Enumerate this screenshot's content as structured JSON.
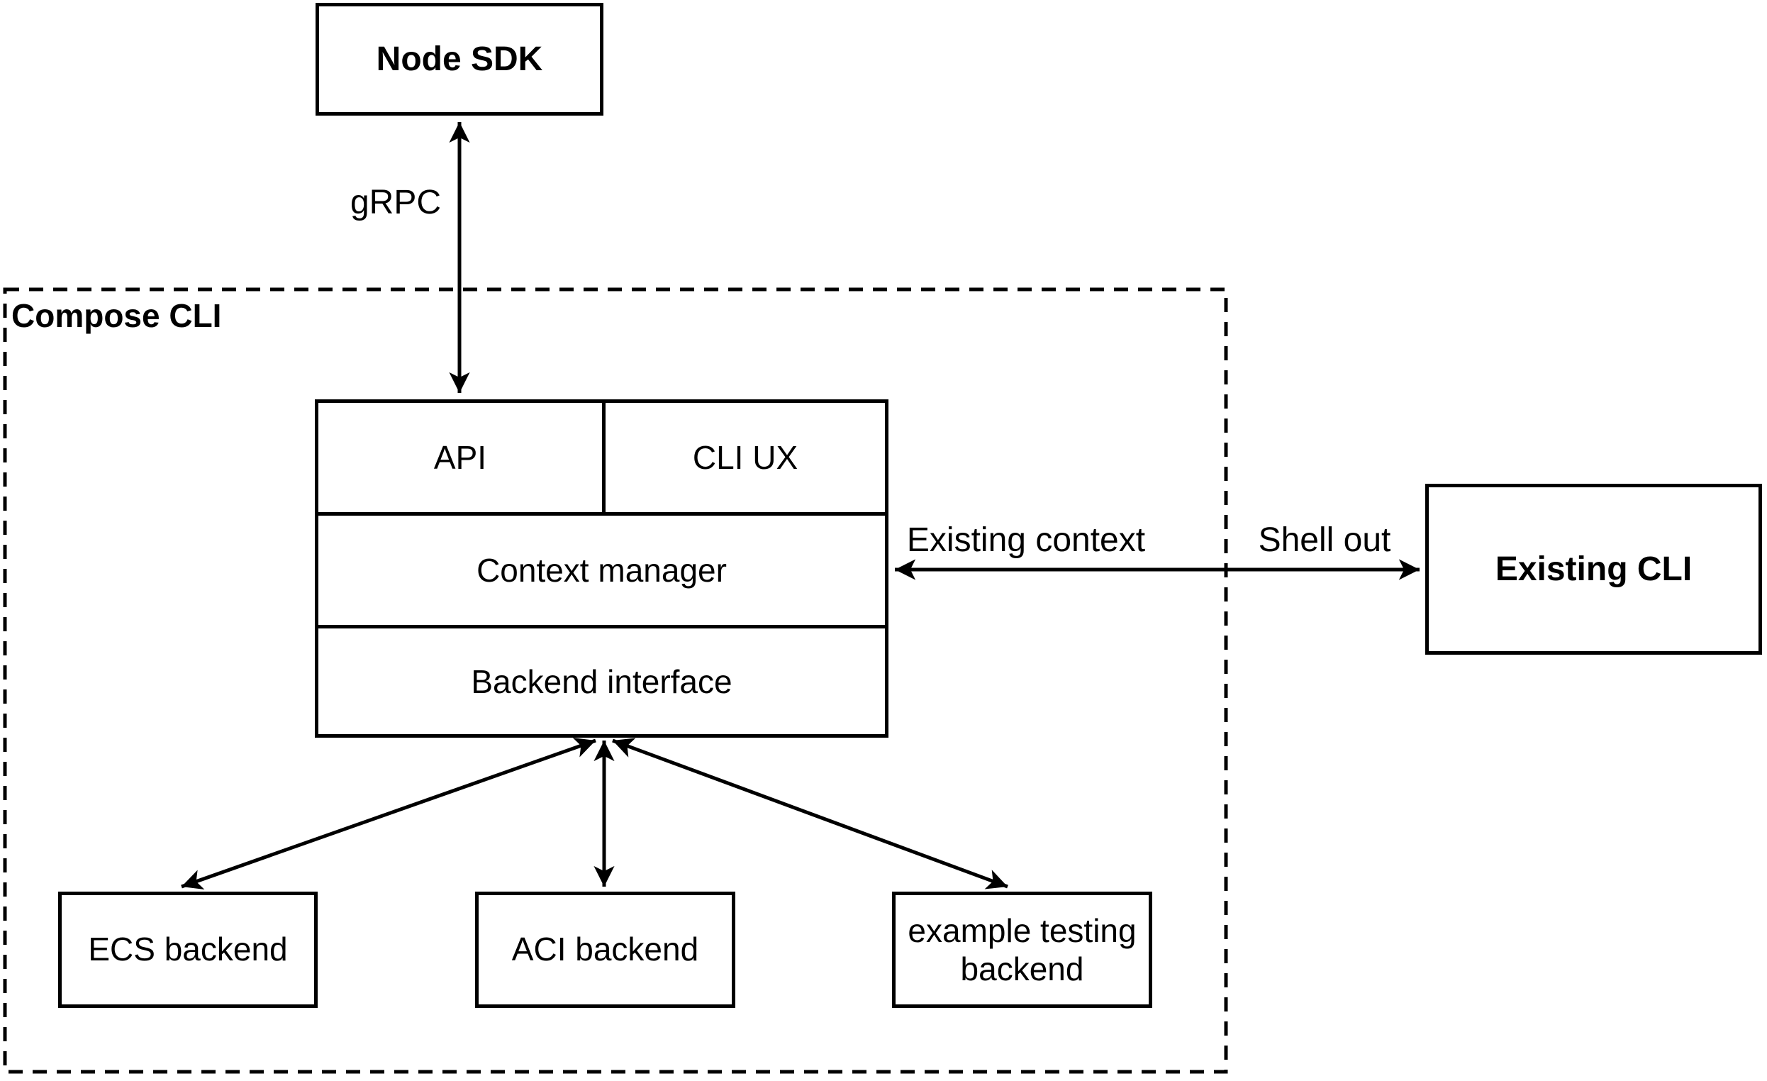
{
  "colors": {
    "stroke": "#000000",
    "background": "#ffffff",
    "text": "#000000"
  },
  "nodes": {
    "node_sdk": "Node SDK",
    "compose_cli_container": "Compose CLI",
    "api": "API",
    "cli_ux": "CLI UX",
    "context_manager": "Context manager",
    "backend_interface": "Backend interface",
    "existing_cli": "Existing CLI",
    "ecs_backend": "ECS backend",
    "aci_backend": "ACI backend",
    "example_testing_backend": "example testing\nbackend"
  },
  "edge_labels": {
    "grpc": "gRPC",
    "existing_context": "Existing context",
    "shell_out": "Shell out"
  }
}
